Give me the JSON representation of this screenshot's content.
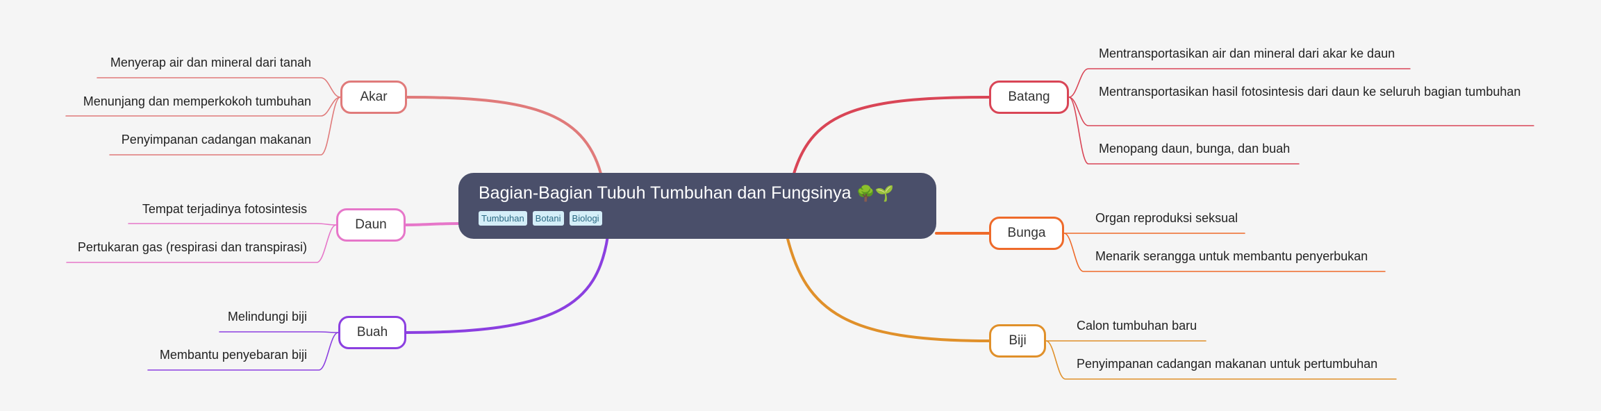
{
  "central": {
    "title": "Bagian-Bagian Tubuh Tumbuhan dan Fungsinya",
    "emoji": "🌳🌱",
    "tags": [
      "Tumbuhan",
      "Botani",
      "Biologi"
    ]
  },
  "colors": {
    "akar": "#e07a7a",
    "daun": "#e676c9",
    "buah": "#8b3fe0",
    "batang": "#d94556",
    "bunga": "#ee6a2a",
    "biji": "#e0902a"
  },
  "branches": {
    "akar": {
      "label": "Akar",
      "children": [
        "Menyerap air dan mineral dari tanah",
        "Menunjang dan memperkokoh tumbuhan",
        "Penyimpanan cadangan makanan"
      ]
    },
    "daun": {
      "label": "Daun",
      "children": [
        "Tempat terjadinya fotosintesis",
        "Pertukaran gas (respirasi dan transpirasi)"
      ]
    },
    "buah": {
      "label": "Buah",
      "children": [
        "Melindungi biji",
        "Membantu penyebaran biji"
      ]
    },
    "batang": {
      "label": "Batang",
      "children": [
        "Mentransportasikan air dan mineral dari akar ke daun",
        "Mentransportasikan hasil fotosintesis dari daun ke seluruh bagian tumbuhan",
        "Menopang daun, bunga, dan buah"
      ]
    },
    "bunga": {
      "label": "Bunga",
      "children": [
        "Organ reproduksi seksual",
        "Menarik serangga untuk membantu penyerbukan"
      ]
    },
    "biji": {
      "label": "Biji",
      "children": [
        "Calon tumbuhan baru",
        "Penyimpanan cadangan makanan untuk pertumbuhan"
      ]
    }
  }
}
